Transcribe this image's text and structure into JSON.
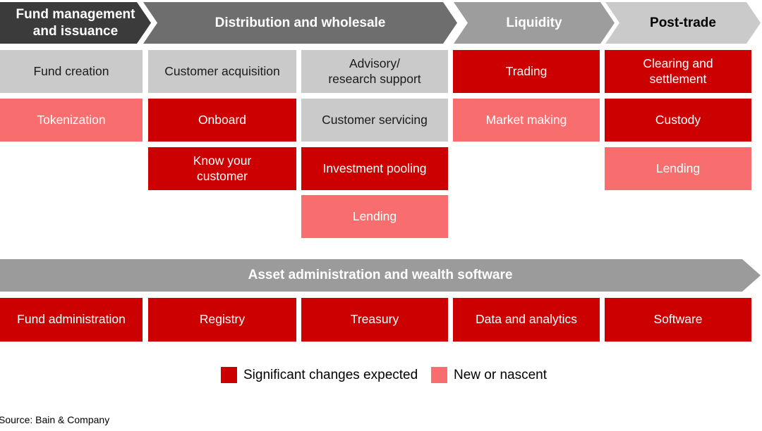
{
  "palette": {
    "significant_change_red": "#cc0000",
    "new_or_nascent_pink": "#f86e6e",
    "neutral_box_gray": "#cacaca",
    "header_dark": "#3b3b3b",
    "header_mid_gray": "#6e6e6e",
    "header_light_gray": "#9d9d9d",
    "header_pale_gray": "#cacaca",
    "banner_gray": "#9b9b9b"
  },
  "headers": [
    {
      "label": "Fund management\nand issuance"
    },
    {
      "label": "Distribution and wholesale"
    },
    {
      "label": "Liquidity"
    },
    {
      "label": "Post-trade"
    }
  ],
  "columns": [
    {
      "boxes": [
        {
          "label": "Fund creation",
          "status": "neutral"
        },
        {
          "label": "Tokenization",
          "status": "new_or_nascent"
        }
      ]
    },
    {
      "boxes": [
        {
          "label": "Customer acquisition",
          "status": "neutral"
        },
        {
          "label": "Onboard",
          "status": "significant_change"
        },
        {
          "label": "Know your\ncustomer",
          "status": "significant_change"
        }
      ]
    },
    {
      "boxes": [
        {
          "label": "Advisory/\nresearch support",
          "status": "neutral"
        },
        {
          "label": "Customer servicing",
          "status": "neutral"
        },
        {
          "label": "Investment pooling",
          "status": "significant_change"
        },
        {
          "label": "Lending",
          "status": "new_or_nascent"
        }
      ]
    },
    {
      "boxes": [
        {
          "label": "Trading",
          "status": "significant_change"
        },
        {
          "label": "Market making",
          "status": "new_or_nascent"
        }
      ]
    },
    {
      "boxes": [
        {
          "label": "Clearing and\nsettlement",
          "status": "significant_change"
        },
        {
          "label": "Custody",
          "status": "significant_change"
        },
        {
          "label": "Lending",
          "status": "new_or_nascent"
        }
      ]
    }
  ],
  "banner": {
    "label": "Asset administration and wealth software"
  },
  "bottom_row": [
    {
      "label": "Fund administration",
      "status": "significant_change"
    },
    {
      "label": "Registry",
      "status": "significant_change"
    },
    {
      "label": "Treasury",
      "status": "significant_change"
    },
    {
      "label": "Data and analytics",
      "status": "significant_change"
    },
    {
      "label": "Software",
      "status": "significant_change"
    }
  ],
  "legend": {
    "items": [
      {
        "label": "Significant changes expected",
        "color": "#cc0000"
      },
      {
        "label": "New or nascent",
        "color": "#f86e6e"
      }
    ]
  },
  "source": {
    "label": "Source: Bain & Company"
  }
}
